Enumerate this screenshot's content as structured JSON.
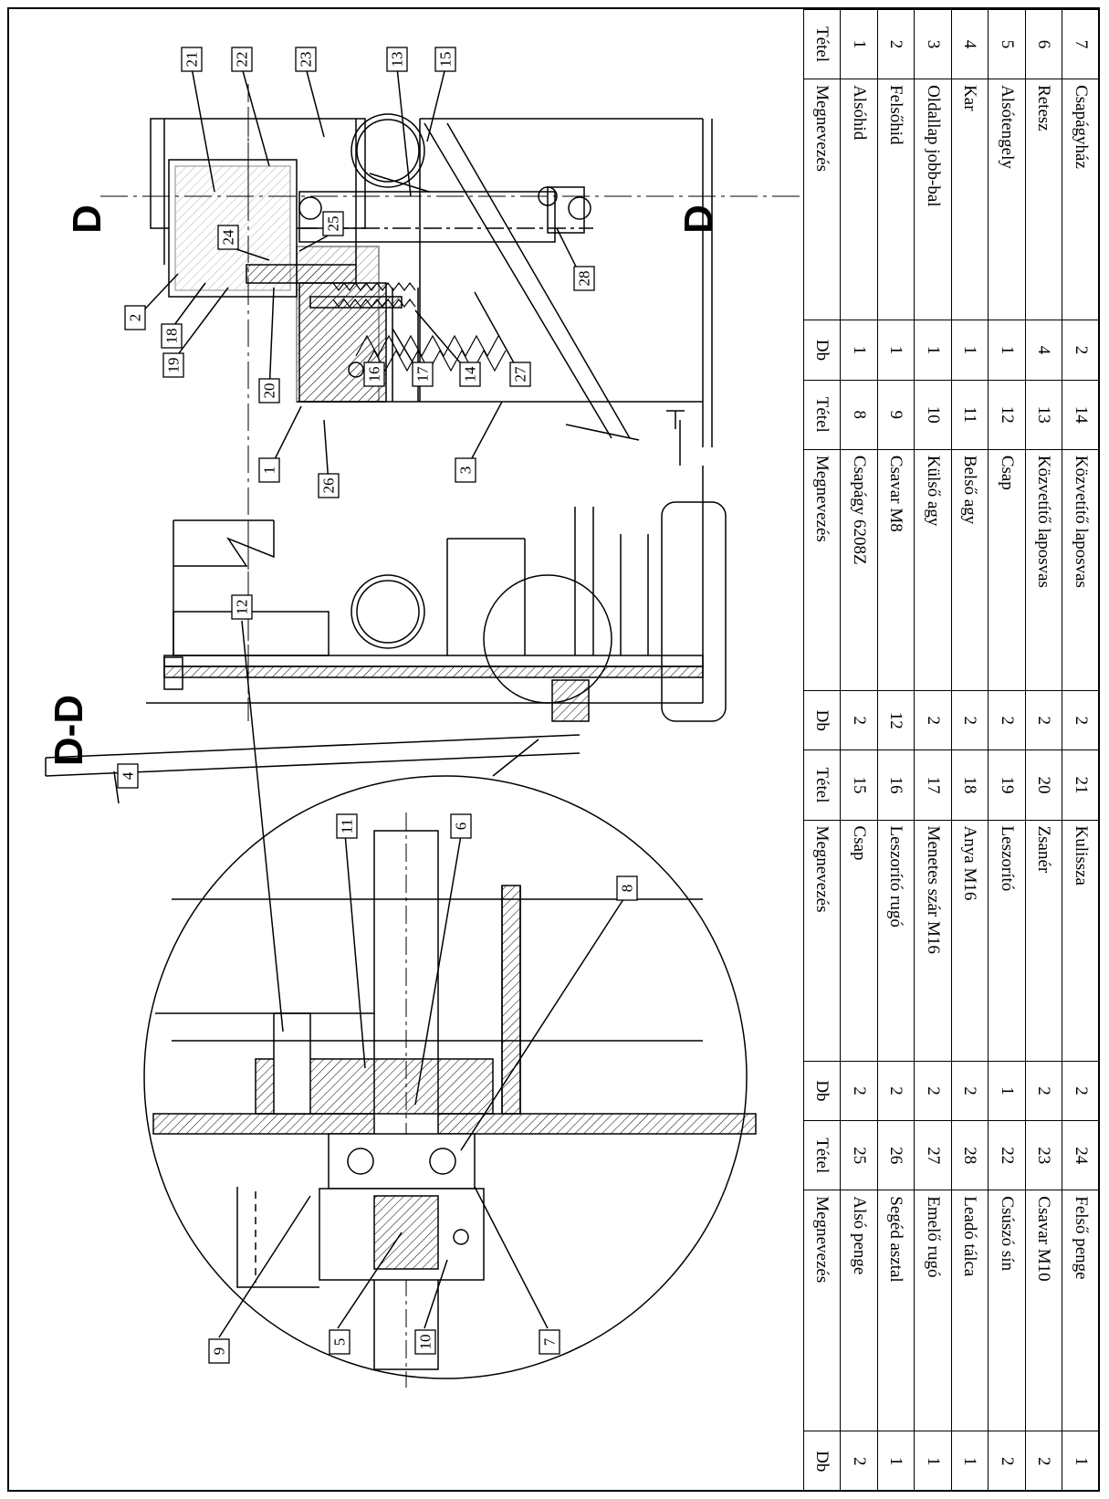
{
  "section_label": "D-D",
  "section_mark_top": "D",
  "section_mark_bottom": "D",
  "callouts": [
    "1",
    "2",
    "3",
    "4",
    "5",
    "6",
    "7",
    "8",
    "9",
    "10",
    "11",
    "12",
    "13",
    "14",
    "15",
    "16",
    "17",
    "18",
    "19",
    "20",
    "21",
    "22",
    "23",
    "24",
    "25",
    "26",
    "27",
    "28"
  ],
  "bom": {
    "header": {
      "tetel": "Tétel",
      "megnevezes": "Megnevezés",
      "db": "Db"
    },
    "groups": [
      [
        {
          "tetel": "7",
          "megnevezes": "Csapágyház",
          "db": "2"
        },
        {
          "tetel": "6",
          "megnevezes": "Retesz",
          "db": "4"
        },
        {
          "tetel": "5",
          "megnevezes": "Alsótengely",
          "db": "1"
        },
        {
          "tetel": "4",
          "megnevezes": "Kar",
          "db": "1"
        },
        {
          "tetel": "3",
          "megnevezes": "Oldallap jobb-bal",
          "db": "1"
        },
        {
          "tetel": "2",
          "megnevezes": "Felsőhid",
          "db": "1"
        },
        {
          "tetel": "1",
          "megnevezes": "Alsóhid",
          "db": "1"
        }
      ],
      [
        {
          "tetel": "14",
          "megnevezes": "Közvetítő laposvas",
          "db": "2"
        },
        {
          "tetel": "13",
          "megnevezes": "Közvetítő laposvas",
          "db": "2"
        },
        {
          "tetel": "12",
          "megnevezes": "Csap",
          "db": "2"
        },
        {
          "tetel": "11",
          "megnevezes": "Belső agy",
          "db": "2"
        },
        {
          "tetel": "10",
          "megnevezes": "Külső agy",
          "db": "2"
        },
        {
          "tetel": "9",
          "megnevezes": "Csavar M8",
          "db": "12"
        },
        {
          "tetel": "8",
          "megnevezes": "Csapágy 6208Z",
          "db": "2"
        }
      ],
      [
        {
          "tetel": "21",
          "megnevezes": "Kulissza",
          "db": "2"
        },
        {
          "tetel": "20",
          "megnevezes": "Zsanér",
          "db": "2"
        },
        {
          "tetel": "19",
          "megnevezes": "Leszorító",
          "db": "1"
        },
        {
          "tetel": "18",
          "megnevezes": "Anya M16",
          "db": "2"
        },
        {
          "tetel": "17",
          "megnevezes": "Menetes szár M16",
          "db": "2"
        },
        {
          "tetel": "16",
          "megnevezes": "Leszorító rugó",
          "db": "2"
        },
        {
          "tetel": "15",
          "megnevezes": "Csap",
          "db": "2"
        }
      ],
      [
        {
          "tetel": "24",
          "megnevezes": "Felső penge",
          "db": "1"
        },
        {
          "tetel": "23",
          "megnevezes": "Csavar M10",
          "db": "2"
        },
        {
          "tetel": "22",
          "megnevezes": "Csúszó sín",
          "db": "2"
        },
        {
          "tetel": "28",
          "megnevezes": "Leadó tálca",
          "db": "1"
        },
        {
          "tetel": "27",
          "megnevezes": "Emelő rugó",
          "db": "1"
        },
        {
          "tetel": "26",
          "megnevezes": "Segéd asztal",
          "db": "1"
        },
        {
          "tetel": "25",
          "megnevezes": "Alsó penge",
          "db": "2"
        }
      ]
    ]
  }
}
